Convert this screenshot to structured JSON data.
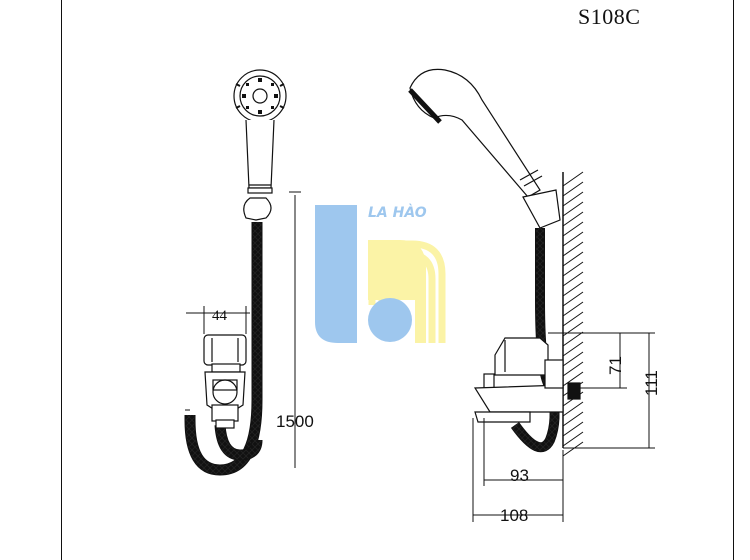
{
  "model_code": "S108C",
  "watermark": {
    "text": "LA HÀO",
    "blue": "#9ec7ee",
    "yellow": "#fbf3a6"
  },
  "dimensions": {
    "handle_width": "44",
    "hose_length": "1500",
    "outlet_depth": "93",
    "total_depth": "108",
    "inlet_height": "71",
    "total_height": "111"
  },
  "colors": {
    "line": "#111111",
    "hatch": "#111111"
  }
}
